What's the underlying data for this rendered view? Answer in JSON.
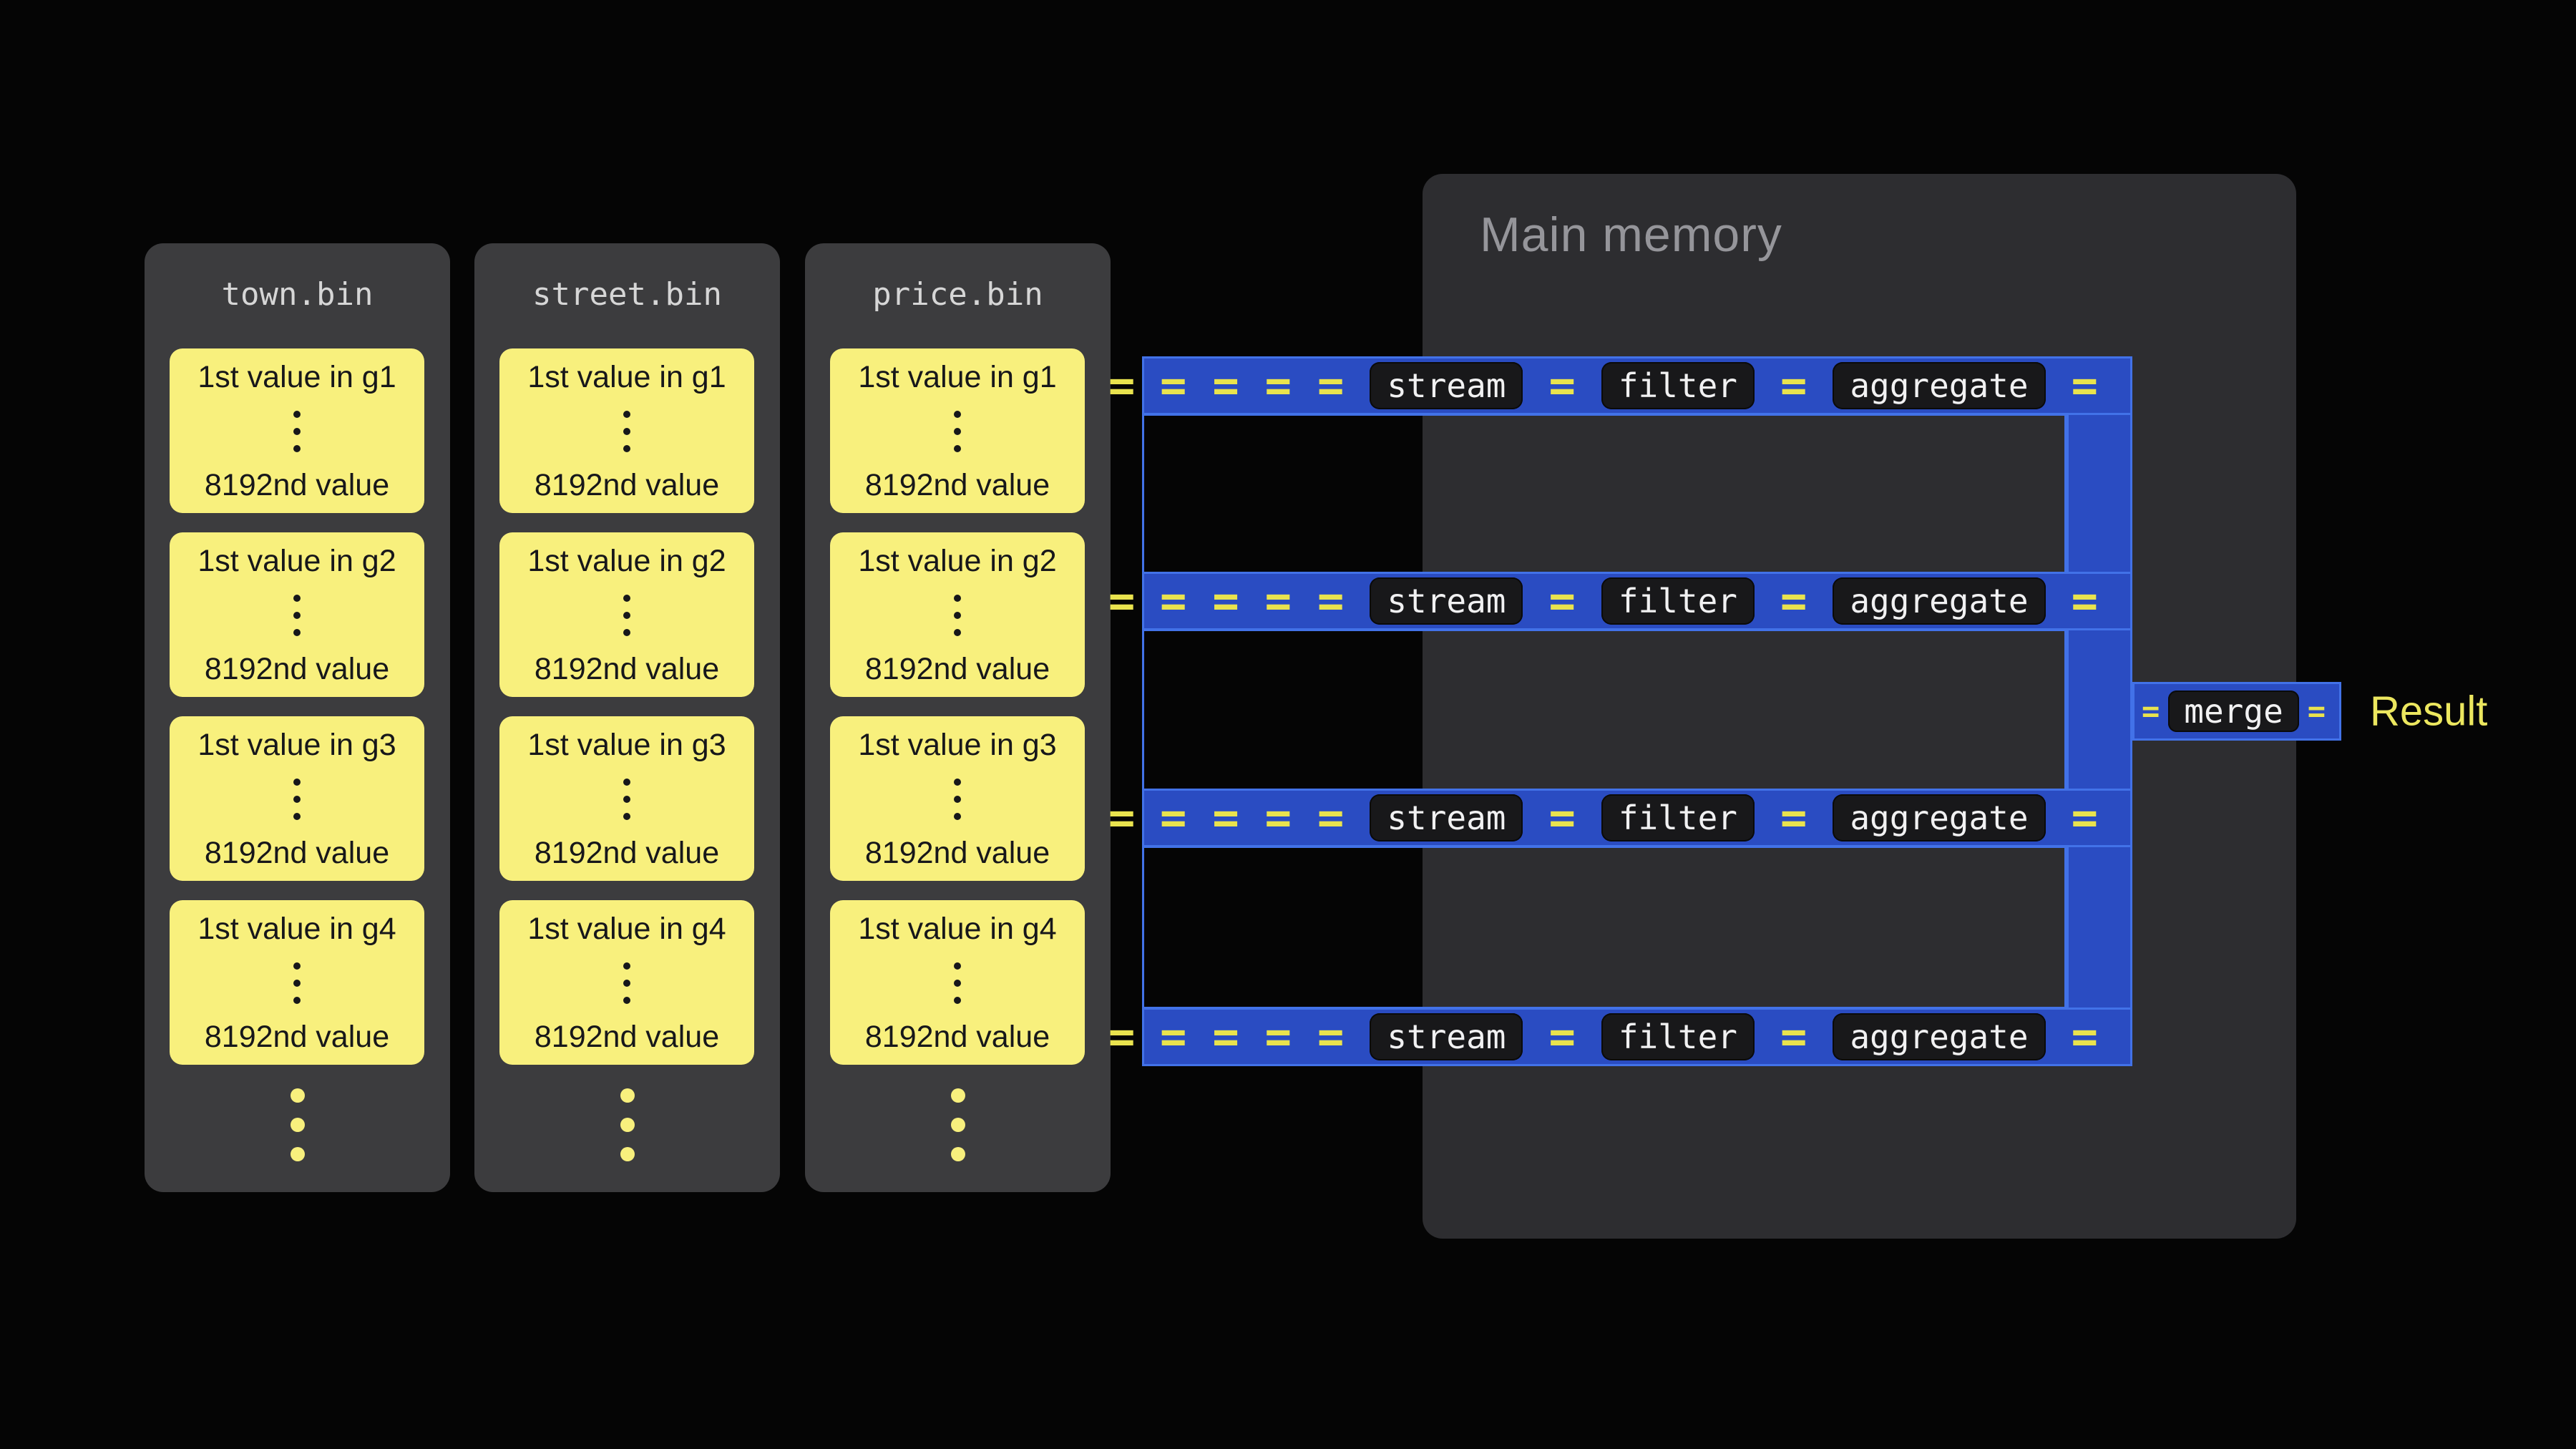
{
  "files": [
    {
      "name": "town.bin"
    },
    {
      "name": "street.bin"
    },
    {
      "name": "price.bin"
    }
  ],
  "groups": [
    {
      "first": "1st value in g1",
      "last": "8192nd value"
    },
    {
      "first": "1st value in g2",
      "last": "8192nd value"
    },
    {
      "first": "1st value in g3",
      "last": "8192nd value"
    },
    {
      "first": "1st value in g4",
      "last": "8192nd value"
    }
  ],
  "memory": {
    "title": "Main memory"
  },
  "pipeline": {
    "flow_symbol": "=",
    "stages": {
      "stream": "stream",
      "filter": "filter",
      "aggregate": "aggregate"
    },
    "merge": "merge",
    "result": "Result"
  },
  "colors": {
    "accent_yellow": "#f8f07d",
    "flow_yellow": "#e9e34e",
    "pipe_blue": "#2a4cc2",
    "pipe_stroke": "#4272e8"
  }
}
